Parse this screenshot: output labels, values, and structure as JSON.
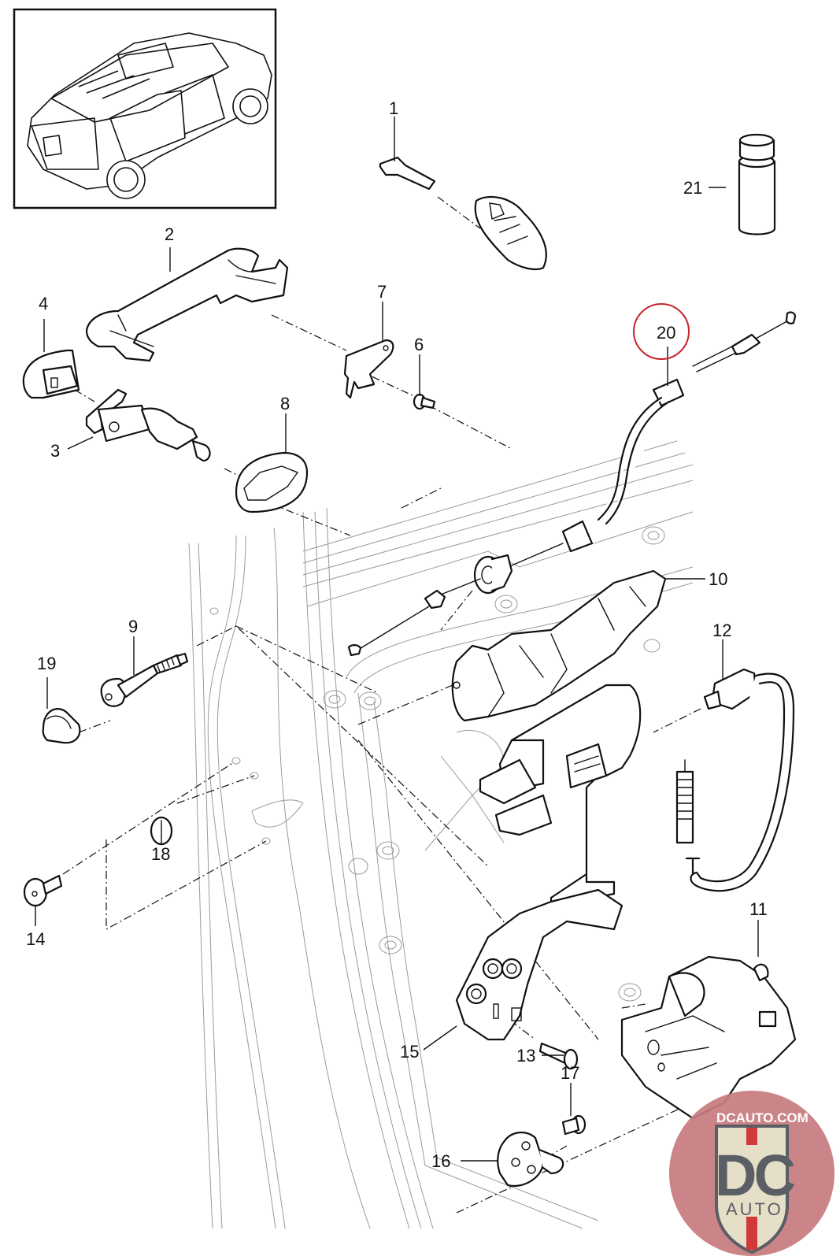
{
  "diagram": {
    "title": "Rear door handle, lock and cable assembly (exploded view)",
    "vehicle_thumbnail": "SUV overview (rear 3/4 view)",
    "highlighted_part": "20",
    "callouts": [
      {
        "id": "1",
        "label": "1",
        "part": "emergency key blade"
      },
      {
        "id": "2",
        "label": "2",
        "part": "outer door handle"
      },
      {
        "id": "3",
        "label": "3",
        "part": "lock cylinder / handle carrier insert"
      },
      {
        "id": "4",
        "label": "4",
        "part": "handle end cap"
      },
      {
        "id": "6",
        "label": "6",
        "part": "screw"
      },
      {
        "id": "7",
        "label": "7",
        "part": "handle seal / bracket"
      },
      {
        "id": "8",
        "label": "8",
        "part": "gasket"
      },
      {
        "id": "9",
        "label": "9",
        "part": "adjusting bolt"
      },
      {
        "id": "10",
        "label": "10",
        "part": "handle carrier"
      },
      {
        "id": "11",
        "label": "11",
        "part": "door lock"
      },
      {
        "id": "12",
        "label": "12",
        "part": "connector / cable"
      },
      {
        "id": "13",
        "label": "13",
        "part": "screw"
      },
      {
        "id": "14",
        "label": "14",
        "part": "screw"
      },
      {
        "id": "15",
        "label": "15",
        "part": "bracket"
      },
      {
        "id": "16",
        "label": "16",
        "part": "striker"
      },
      {
        "id": "17",
        "label": "17",
        "part": "screw"
      },
      {
        "id": "18",
        "label": "18",
        "part": "plug"
      },
      {
        "id": "19",
        "label": "19",
        "part": "cap"
      },
      {
        "id": "20",
        "label": "20",
        "part": "bowden cable"
      },
      {
        "id": "21",
        "label": "21",
        "part": "lubricant"
      }
    ]
  },
  "watermark": {
    "top_text": "DCAUTO.COM",
    "main_text": "DC",
    "sub_text": "AUTO",
    "colors": {
      "circle": "#c77b7e",
      "shield": "#e6dfc8",
      "stripe": "#d23a3a",
      "letters": "#5a5f66"
    }
  },
  "colors": {
    "line": "#111111",
    "ghost_line": "#9a9a9a",
    "highlight": "#c8242b"
  }
}
